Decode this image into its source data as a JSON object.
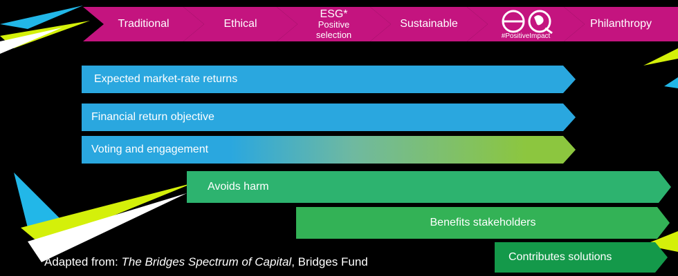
{
  "spectrum_steps": [
    {
      "id": "traditional",
      "label": "Traditional"
    },
    {
      "id": "ethical",
      "label": "Ethical"
    },
    {
      "id": "esg",
      "label": "ESG*",
      "sublabel": "Positive selection"
    },
    {
      "id": "sustainable",
      "label": "Sustainable"
    },
    {
      "id": "impact",
      "logo_text": "eq",
      "hashtag": "#PositiveImpact"
    },
    {
      "id": "philanthropy",
      "label": "Philanthropy"
    }
  ],
  "bars": [
    {
      "id": "market-returns",
      "label": "Expected market-rate returns"
    },
    {
      "id": "financial-objective",
      "label": "Financial return objective"
    },
    {
      "id": "voting",
      "label": "Voting and engagement"
    },
    {
      "id": "avoids-harm",
      "label": "Avoids harm"
    },
    {
      "id": "benefits",
      "label": "Benefits stakeholders"
    },
    {
      "id": "contributes",
      "label": "Contributes solutions"
    }
  ],
  "caption": {
    "prefix": "Adapted from: ",
    "title": "The Bridges Spectrum of Capital",
    "suffix": ", Bridges Fund"
  },
  "colors": {
    "background": "#000000",
    "magenta": "#c4147f",
    "blue": "#2aa7df",
    "green_light": "#8cc63f",
    "green": "#2db36f",
    "green_mid": "#33b256",
    "green_dark": "#14994a",
    "lime": "#d4f00a",
    "cyan": "#22b7e8"
  }
}
